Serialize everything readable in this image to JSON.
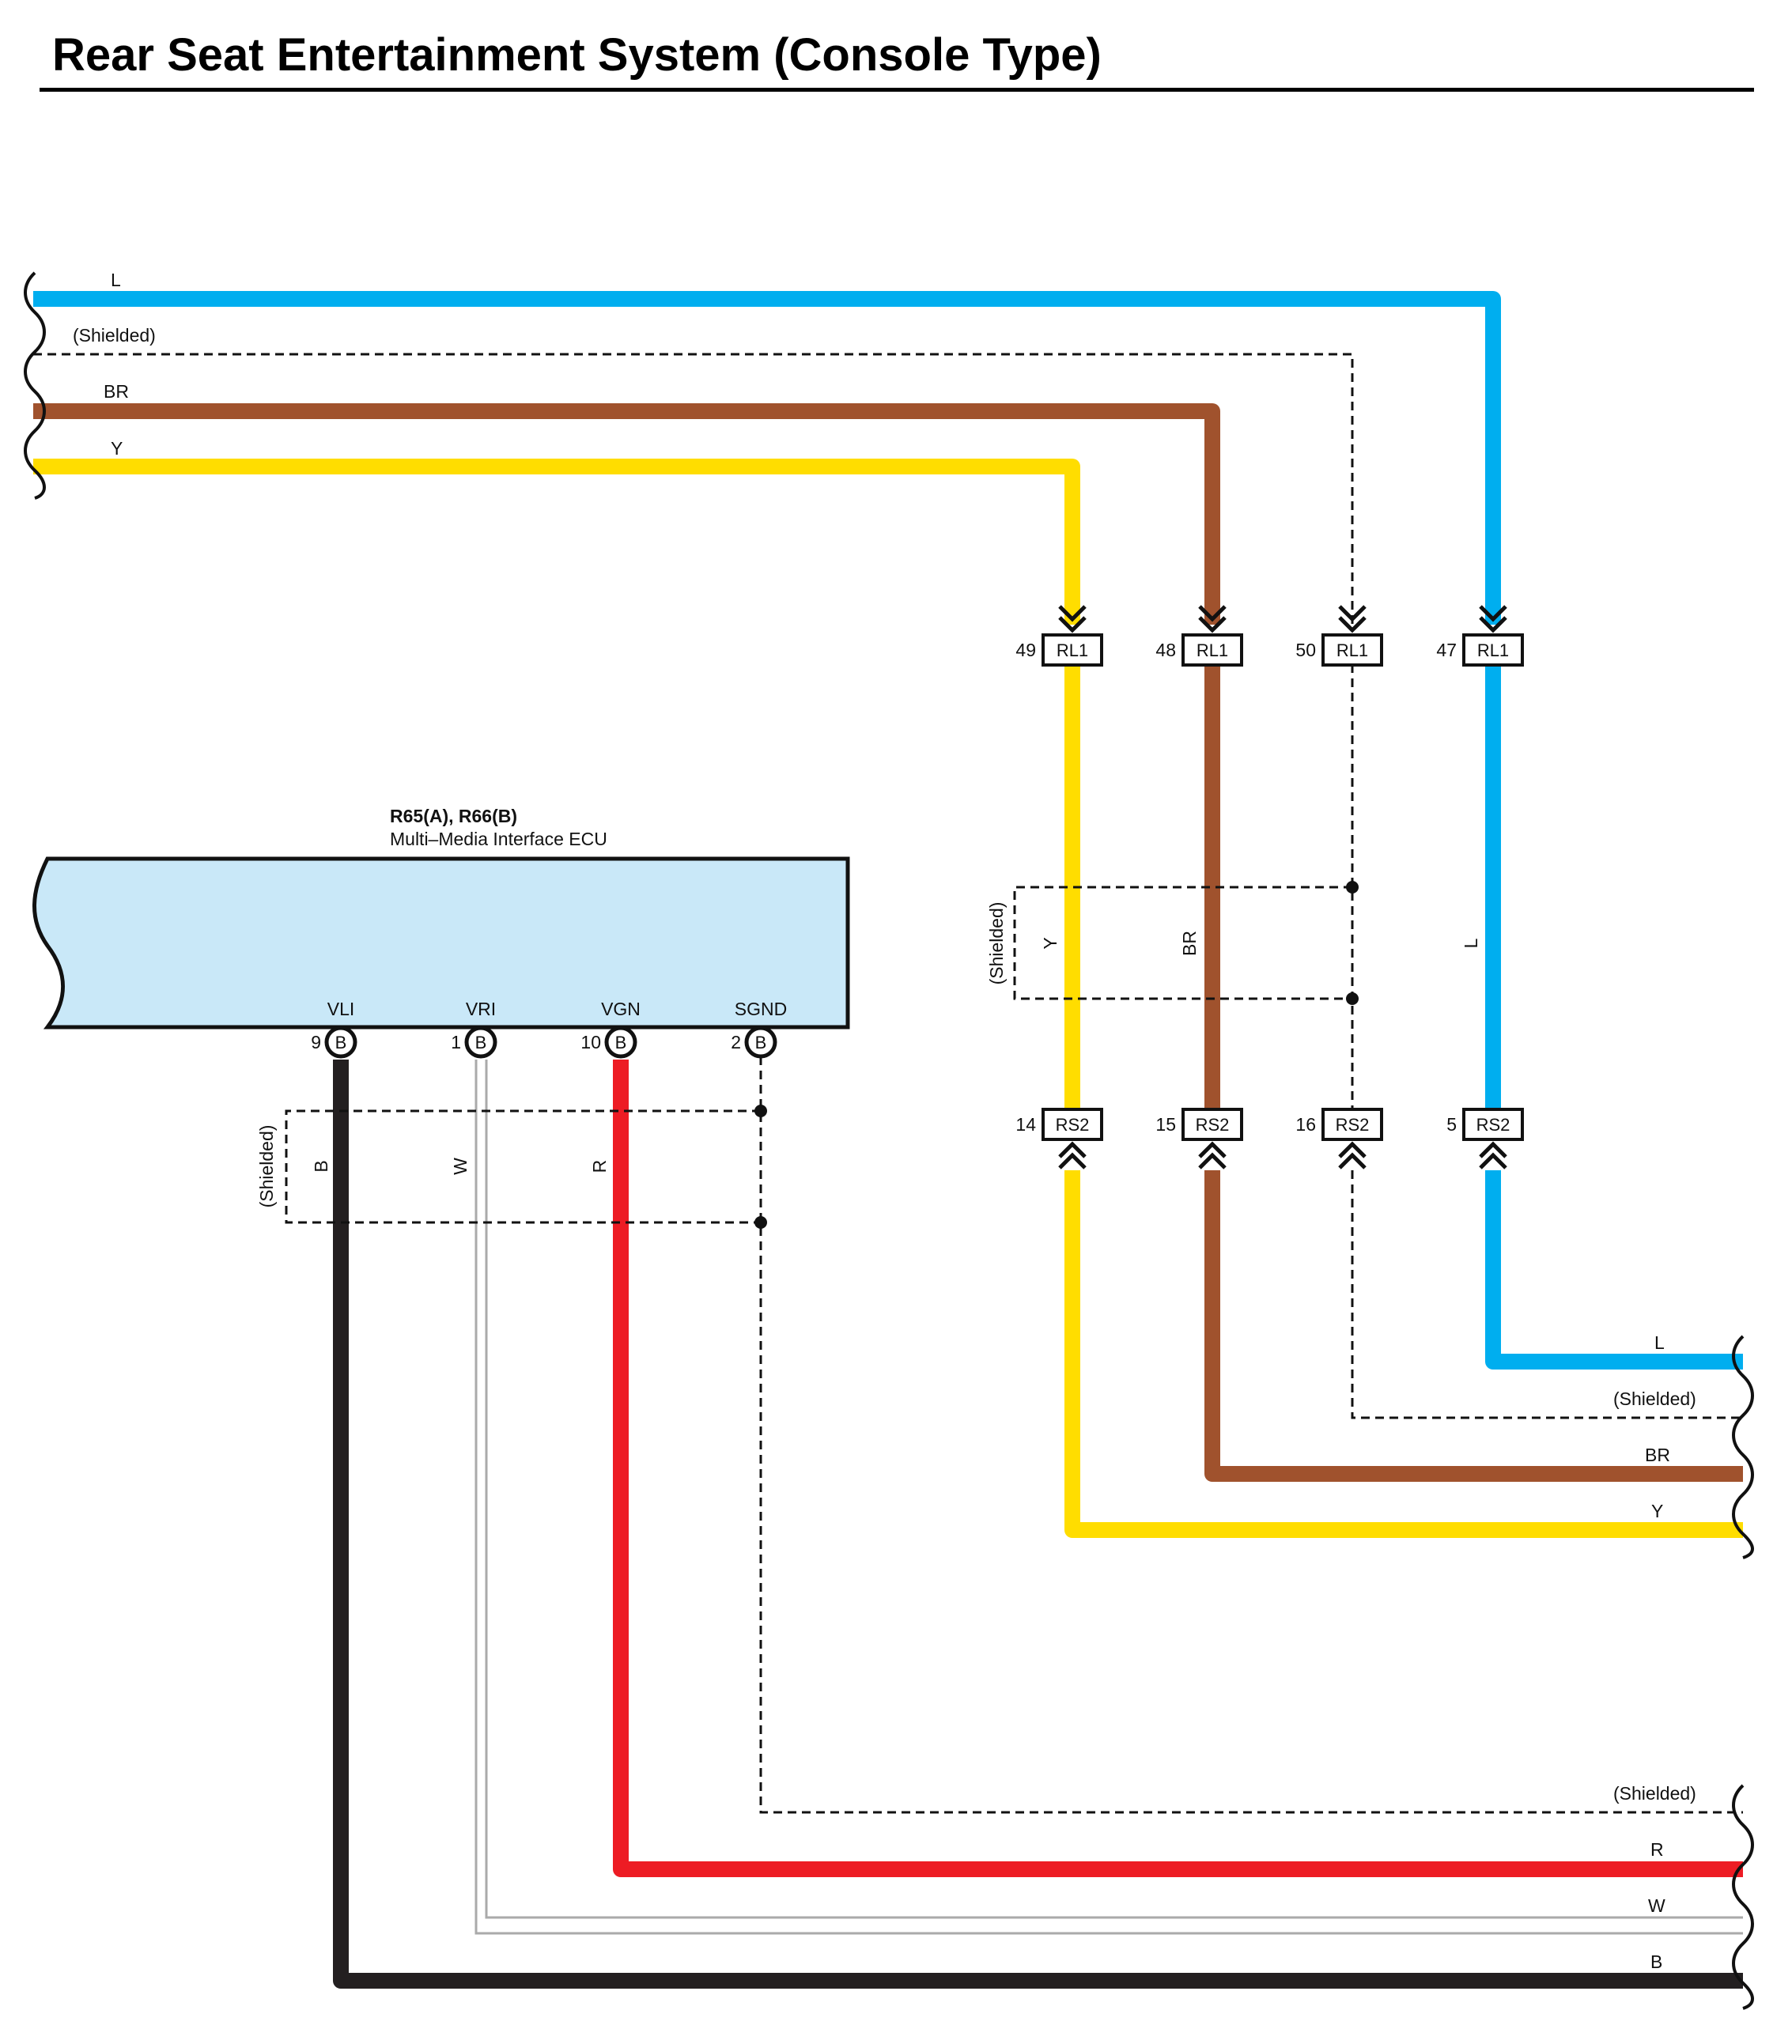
{
  "title": "Rear Seat Entertainment System (Console Type)",
  "colors": {
    "L": "#00aeef",
    "BR": "#a0522d",
    "Y": "#ffdd00",
    "R": "#ed1c24",
    "B": "#231f20",
    "W": "#aaaaaa",
    "ecu_fill": "#c9e8f8"
  },
  "ecu": {
    "id": "R65(A), R66(B)",
    "name": "Multi–Media Interface ECU",
    "pins": [
      {
        "name": "VLI",
        "pin": "9",
        "connector": "B",
        "wire": "B"
      },
      {
        "name": "VRI",
        "pin": "1",
        "connector": "B",
        "wire": "W"
      },
      {
        "name": "VGN",
        "pin": "10",
        "connector": "B",
        "wire": "R"
      },
      {
        "name": "SGND",
        "pin": "2",
        "connector": "B",
        "wire": "(Shielded)"
      }
    ]
  },
  "top_left_wires": [
    "L",
    "(Shielded)",
    "BR",
    "Y"
  ],
  "connectors_rl1": [
    {
      "pin": "49",
      "name": "RL1"
    },
    {
      "pin": "48",
      "name": "RL1"
    },
    {
      "pin": "50",
      "name": "RL1"
    },
    {
      "pin": "47",
      "name": "RL1"
    }
  ],
  "connectors_rs2": [
    {
      "pin": "14",
      "name": "RS2"
    },
    {
      "pin": "15",
      "name": "RS2"
    },
    {
      "pin": "16",
      "name": "RS2"
    },
    {
      "pin": "5",
      "name": "RS2"
    }
  ],
  "vertical_labels_right": {
    "shield": "(Shielded)",
    "y": "Y",
    "br": "BR",
    "l": "L"
  },
  "vertical_labels_left": {
    "shield": "(Shielded)",
    "b": "B",
    "w": "W",
    "r": "R"
  },
  "right_outputs_upper": [
    "L",
    "(Shielded)",
    "BR",
    "Y"
  ],
  "right_outputs_lower": [
    "(Shielded)",
    "R",
    "W",
    "B"
  ]
}
